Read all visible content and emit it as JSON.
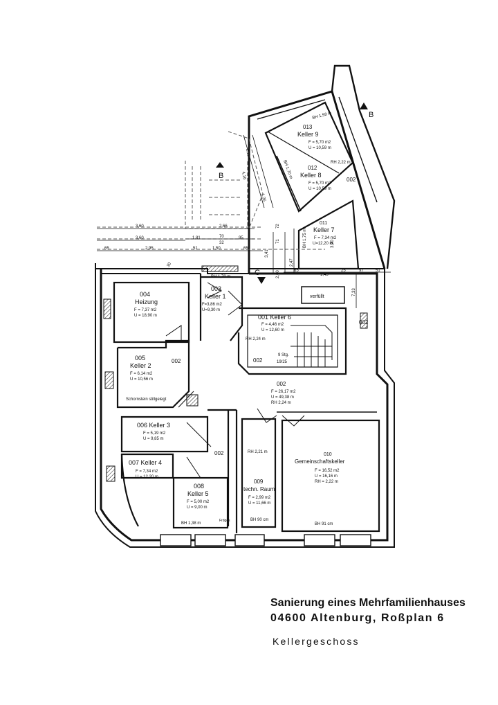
{
  "title": {
    "line1": "Sanierung eines Mehrfamilienhauses",
    "line2": "04600 Altenburg, Roßplan 6",
    "floor": "Kellergeschoss"
  },
  "section_marker": "B",
  "marker_c": "C",
  "rooms": {
    "r004": {
      "num": "004",
      "name": "Heizung",
      "area": "F = 7,37 m2",
      "perim": "U = 18,90 m"
    },
    "r003": {
      "num": "003",
      "name": "Keller 1",
      "area": "F=3,86 m2",
      "perim": "U=9,30 m"
    },
    "r005": {
      "num": "005",
      "name": "Keller 2",
      "area": "F = 6,14 m2",
      "perim": "U = 10,56 m"
    },
    "r006": {
      "num": "006 Keller 3",
      "area": "F = 5,19 m2",
      "perim": "U = 9,85 m"
    },
    "r007": {
      "num": "007 Keller 4",
      "area": "F = 7,34 m2",
      "perim": "U = 12,20 m"
    },
    "r008": {
      "num": "008",
      "name": "Keller 5",
      "area": "F = 5,00 m2",
      "perim": "U = 9,00 m"
    },
    "r009": {
      "num": "009",
      "name": "techn. Raum",
      "area": "F = 2,99 m2",
      "perim": "U = 11,66 m"
    },
    "r010": {
      "num": "010",
      "name": "Gemeinschaftskeller",
      "area": "F = 16,52 m2",
      "perim": "U = 16,16 m",
      "rh": "RH = 2,22 m"
    },
    "r001": {
      "num": "001 Keller 6",
      "area": "F = 4,46 m2",
      "perim": "U = 12,60 m"
    },
    "r011": {
      "num": "011",
      "name": "Keller 7",
      "area": "F = 7,34 m2",
      "perim": "U=12,20 m"
    },
    "r012": {
      "num": "012",
      "name": "Keller 8",
      "area": "F = 5,70 m2",
      "perim": "U = 10,59 m"
    },
    "r013": {
      "num": "013",
      "name": "Keller 9",
      "area": "F = 5,70 m2",
      "perim": "U = 10,59 m"
    },
    "r002": {
      "num": "002",
      "area": "F = 26,17 m2",
      "perim": "U = 49,38 m",
      "rh": "RH 2,24 m"
    }
  },
  "corridor_label": "002",
  "notes": {
    "verfuellt": "verfüllt",
    "schornstein": "Schornstein stillgelegt",
    "stairs": "9 Stg.",
    "stairs2": "19/25",
    "rh224": "RH 2,24 m",
    "rh221": "RH 2,21 m",
    "rh222": "RH 2,22 m",
    "bh170": "BH 1,70 m",
    "bh158": "BH 1,58 m",
    "bh138": "BH 1,38 m",
    "bh90": "BH 90 cm",
    "bh91": "BH 91 cm",
    "bh175": "BH 1,75 m",
    "bh170b": "BH 1,70 m",
    "frdges": "Frdges"
  },
  "dims": {
    "d360a": "3,60",
    "d360b": "3,60",
    "d266": "2,66",
    "d181": "1,81",
    "d70": "70",
    "d95": "95",
    "d32": "32",
    "d65a": "65",
    "d295": "2,95",
    "d51a": "51",
    "d150": "1,50",
    "d65b": "65",
    "d341": "3,41",
    "d71": "71",
    "d200": "2,00",
    "d65c": "65",
    "d145": "1,45",
    "d25": "25",
    "d97": "97",
    "d51b": "51",
    "d247": "2,47",
    "d733": "7,33",
    "d390": "3,90",
    "d30": "30",
    "d211": "2,11",
    "d416": "4,16",
    "d136": "1,36",
    "d72": "72"
  }
}
